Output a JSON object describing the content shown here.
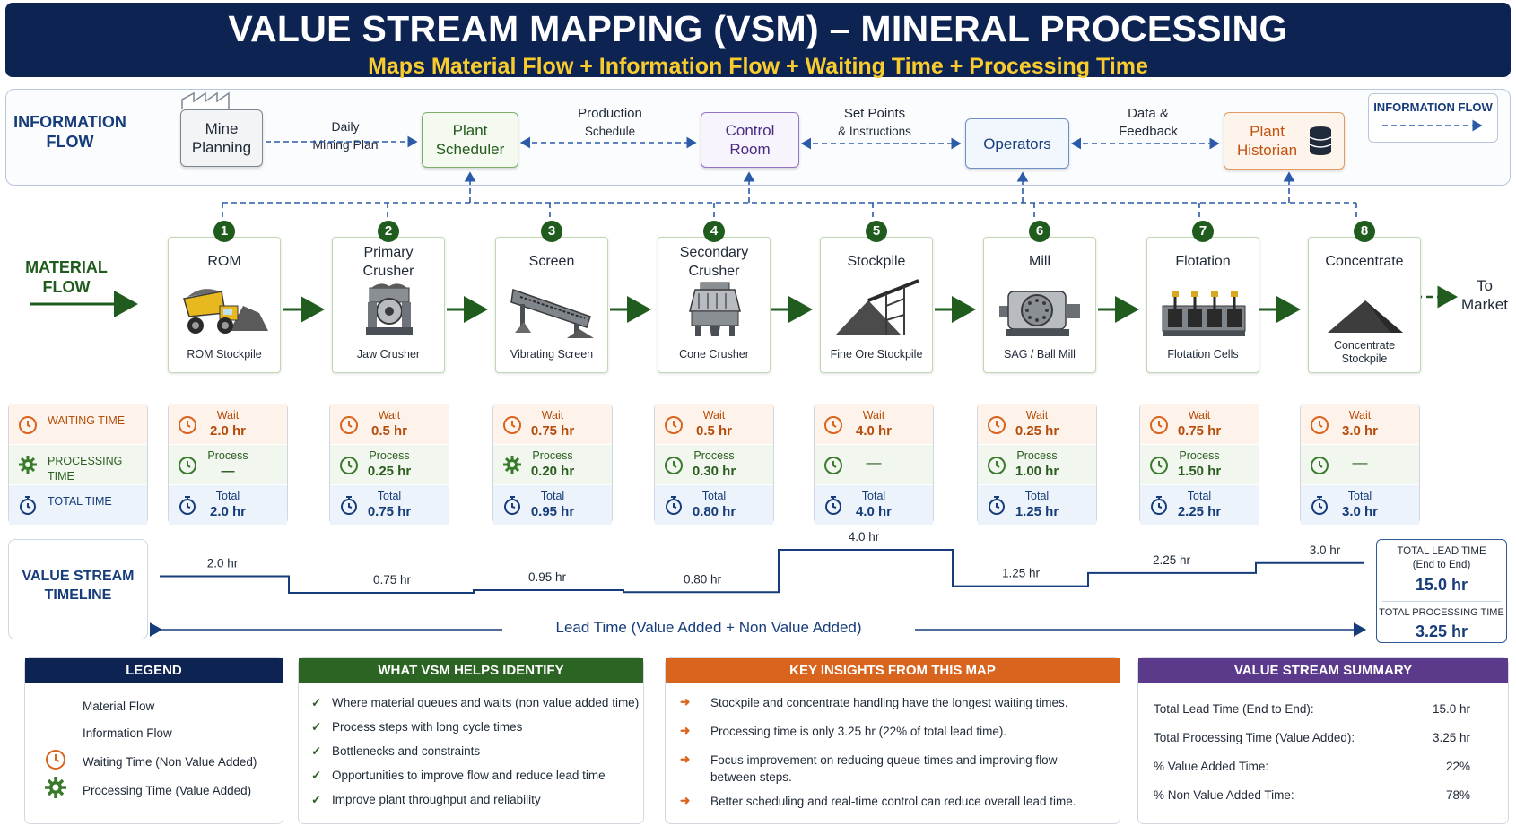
{
  "header": {
    "title": "VALUE STREAM MAPPING (VSM) – MINERAL PROCESSING",
    "subtitle": "Maps Material Flow + Information Flow + Waiting Time + Processing Time"
  },
  "info_flow": {
    "side_label_1": "INFORMATION",
    "side_label_2": "FLOW",
    "nodes": [
      {
        "l1": "Mine",
        "l2": "Planning"
      },
      {
        "l1": "Plant",
        "l2": "Scheduler"
      },
      {
        "l1": "Control",
        "l2": "Room"
      },
      {
        "l1": "Operators",
        "l2": ""
      },
      {
        "l1": "Plant",
        "l2": "Historian"
      }
    ],
    "links": [
      {
        "l1": "Daily",
        "l2": "Mining Plan"
      },
      {
        "l1": "Production",
        "l2": "Schedule"
      },
      {
        "l1": "Set Points",
        "l2": "& Instructions"
      },
      {
        "l1": "Data &",
        "l2": "Feedback"
      }
    ],
    "legend_label": "INFORMATION FLOW"
  },
  "material_flow": {
    "side_label_1": "MATERIAL",
    "side_label_2": "FLOW",
    "to_market_1": "To",
    "to_market_2": "Market",
    "steps": [
      {
        "num": "1",
        "t1": "ROM",
        "t2": "",
        "sub1": "ROM Stockpile",
        "sub2": "",
        "icon": "haul-truck-icon"
      },
      {
        "num": "2",
        "t1": "Primary",
        "t2": "Crusher",
        "sub1": "Jaw Crusher",
        "sub2": "",
        "icon": "jaw-crusher-icon"
      },
      {
        "num": "3",
        "t1": "Screen",
        "t2": "",
        "sub1": "Vibrating Screen",
        "sub2": "",
        "icon": "vibrating-screen-icon"
      },
      {
        "num": "4",
        "t1": "Secondary",
        "t2": "Crusher",
        "sub1": "Cone Crusher",
        "sub2": "",
        "icon": "cone-crusher-icon"
      },
      {
        "num": "5",
        "t1": "Stockpile",
        "t2": "",
        "sub1": "Fine Ore Stockpile",
        "sub2": "",
        "icon": "stockpile-conveyor-icon"
      },
      {
        "num": "6",
        "t1": "Mill",
        "t2": "",
        "sub1": "SAG / Ball Mill",
        "sub2": "",
        "icon": "ball-mill-icon"
      },
      {
        "num": "7",
        "t1": "Flotation",
        "t2": "",
        "sub1": "Flotation Cells",
        "sub2": "",
        "icon": "flotation-cells-icon"
      },
      {
        "num": "8",
        "t1": "Concentrate",
        "t2": "",
        "sub1": "Concentrate",
        "sub2": "Stockpile",
        "icon": "concentrate-pile-icon"
      }
    ]
  },
  "times": {
    "row_labels": [
      "WAITING TIME",
      "PROCESSING TIME",
      "TOTAL TIME"
    ],
    "wait_label": "Wait",
    "process_label": "Process",
    "total_label": "Total",
    "columns": [
      {
        "wait": "2.0 hr",
        "process": "—",
        "total": "2.0 hr",
        "process_has_label": true
      },
      {
        "wait": "0.5 hr",
        "process": "0.25 hr",
        "total": "0.75 hr",
        "process_has_label": true
      },
      {
        "wait": "0.75 hr",
        "process": "0.20 hr",
        "total": "0.95 hr",
        "process_has_label": true
      },
      {
        "wait": "0.5 hr",
        "process": "0.30 hr",
        "total": "0.80 hr",
        "process_has_label": true
      },
      {
        "wait": "4.0 hr",
        "process": "—",
        "total": "4.0 hr",
        "process_has_label": false
      },
      {
        "wait": "0.25 hr",
        "process": "1.00 hr",
        "total": "1.25 hr",
        "process_has_label": true
      },
      {
        "wait": "0.75 hr",
        "process": "1.50 hr",
        "total": "2.25 hr",
        "process_has_label": true
      },
      {
        "wait": "3.0 hr",
        "process": "—",
        "total": "3.0 hr",
        "process_has_label": false
      }
    ]
  },
  "timeline": {
    "label_1": "VALUE STREAM",
    "label_2": "TIMELINE",
    "segments": [
      {
        "label": "2.0 hr",
        "level": 2.0
      },
      {
        "label": "0.75 hr",
        "level": 0.75
      },
      {
        "label": "0.95 hr",
        "level": 0.95
      },
      {
        "label": "0.80 hr",
        "level": 0.8
      },
      {
        "label": "4.0 hr",
        "level": 4.0
      },
      {
        "label": "1.25 hr",
        "level": 1.25
      },
      {
        "label": "2.25 hr",
        "level": 2.25
      },
      {
        "label": "3.0 hr",
        "level": 3.0
      }
    ],
    "lead_caption": "Lead Time (Value Added + Non Value Added)",
    "total_lead_label_1": "TOTAL LEAD TIME",
    "total_lead_label_2": "(End to End)",
    "total_lead_value": "15.0 hr",
    "total_proc_label": "TOTAL PROCESSING TIME",
    "total_proc_value": "3.25 hr"
  },
  "legend": {
    "title": "LEGEND",
    "items": [
      "Material Flow",
      "Information Flow",
      "Waiting Time (Non Value Added)",
      "Processing Time (Value Added)"
    ]
  },
  "identify": {
    "title": "WHAT VSM HELPS IDENTIFY",
    "items": [
      "Where material queues and waits (non value added time)",
      "Process steps with long cycle times",
      "Bottlenecks and constraints",
      "Opportunities to improve flow and reduce lead time",
      "Improve plant throughput and reliability"
    ]
  },
  "insights": {
    "title": "KEY INSIGHTS FROM THIS MAP",
    "items": [
      {
        "l1": "Stockpile and concentrate handling have the longest waiting times.",
        "l2": ""
      },
      {
        "l1": "Processing time is only 3.25 hr (22% of total lead time).",
        "l2": ""
      },
      {
        "l1": "Focus improvement on reducing queue times and improving flow",
        "l2": "between steps."
      },
      {
        "l1": "Better scheduling and real-time control can reduce overall lead time.",
        "l2": ""
      }
    ]
  },
  "summary": {
    "title": "VALUE STREAM SUMMARY",
    "rows": [
      {
        "k": "Total Lead Time (End to End):",
        "v": "15.0 hr"
      },
      {
        "k": "Total Processing Time (Value Added):",
        "v": "3.25 hr"
      },
      {
        "k": "% Value Added Time:",
        "v": "22%"
      },
      {
        "k": "% Non Value Added Time:",
        "v": "78%"
      }
    ]
  },
  "colors": {
    "navy": "#0d2352",
    "green": "#1f5c1d",
    "orange": "#d9641e",
    "purple": "#5b3a8c",
    "blue": "#2a5aa8"
  }
}
